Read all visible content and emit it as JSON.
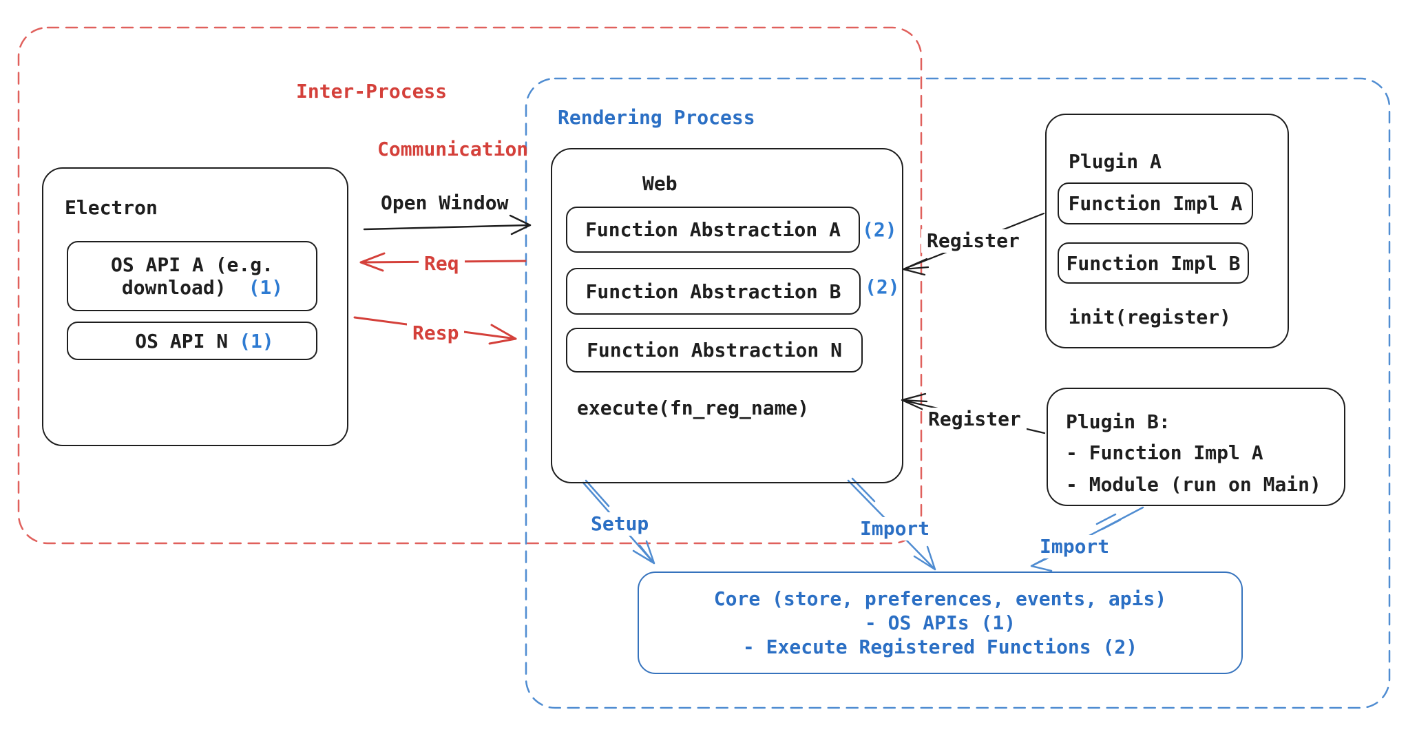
{
  "frames": {
    "ipc_title_line1": "Inter-Process",
    "ipc_title_line2": "Communication",
    "rendering_title": "Rendering Process"
  },
  "electron": {
    "title": "Electron",
    "os_api_a_line1": "OS API A (e.g.",
    "os_api_a_line2": "download)",
    "os_api_a_ref": "(1)",
    "os_api_n_label": "OS API N",
    "os_api_n_ref": "(1)"
  },
  "web": {
    "title": "Web",
    "abstractions": [
      {
        "label": "Function Abstraction A",
        "ref": "(2)"
      },
      {
        "label": "Function Abstraction B",
        "ref": "(2)"
      },
      {
        "label": "Function Abstraction N",
        "ref": ""
      }
    ],
    "execute_label": "execute(fn_reg_name)"
  },
  "plugin_a": {
    "title": "Plugin A",
    "impl_a": "Function Impl A",
    "impl_b": "Function Impl B",
    "init_label": "init(register)"
  },
  "plugin_b": {
    "title": "Plugin B:",
    "item_1": "- Function Impl A",
    "item_2": "- Module (run on Main)"
  },
  "core": {
    "line1": "Core (store, preferences, events, apis)",
    "line2": "- OS APIs (1)",
    "line3": "- Execute Registered Functions (2)"
  },
  "arrow_labels": {
    "open_window": "Open Window",
    "req": "Req",
    "resp": "Resp",
    "register_top": "Register",
    "register_bottom": "Register",
    "setup": "Setup",
    "import_mid": "Import",
    "import_right": "Import"
  },
  "colors": {
    "ink_black": "#1e1e1e",
    "red_text": "#d4403a",
    "red_dash": "#e0605c",
    "blue_text": "#2b6fc4",
    "blue_dash": "#4f8cd1",
    "blue_ref": "#2e7bd2",
    "core_border": "#3673bd",
    "background": "#ffffff"
  }
}
